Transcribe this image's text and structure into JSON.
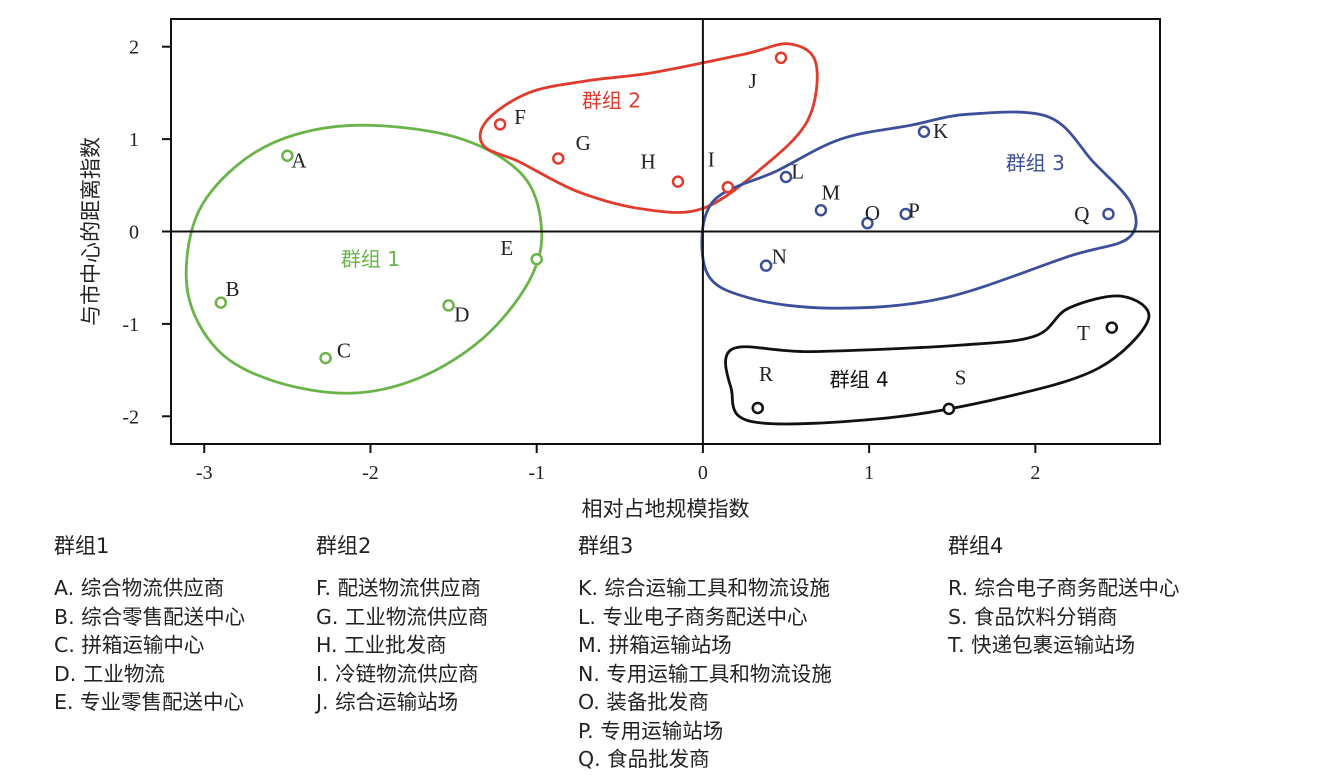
{
  "chart_data": {
    "type": "scatter",
    "xlabel": "相对占地规模指数",
    "ylabel": "与市中心的距离指数",
    "xlim": [
      -3.2,
      2.75
    ],
    "ylim": [
      -2.3,
      2.3
    ],
    "xticks": [
      -3,
      -2,
      -1,
      0,
      1,
      2
    ],
    "xtick_labels": [
      "-3",
      "-2",
      "-1",
      "0",
      "1",
      "2"
    ],
    "yticks": [
      -2,
      -1,
      0,
      1,
      2
    ],
    "ytick_labels": [
      "-2",
      "-1",
      "0",
      "1",
      "2"
    ],
    "groups": [
      {
        "label": "群组 1",
        "color": "#6ab44a",
        "label_pos": [
          -2.0,
          -0.3
        ]
      },
      {
        "label": "群组 2",
        "color": "#e03c2e",
        "label_pos": [
          -0.55,
          1.42
        ]
      },
      {
        "label": "群组 3",
        "color": "#3d4f9b",
        "label_pos": [
          2.0,
          0.74
        ]
      },
      {
        "label": "群组 4",
        "color": "#111111",
        "label_pos": [
          0.94,
          -1.6
        ]
      }
    ],
    "points": [
      {
        "id": "A",
        "x": -2.5,
        "y": 0.82,
        "group": 0
      },
      {
        "id": "B",
        "x": -2.9,
        "y": -0.77,
        "group": 0
      },
      {
        "id": "C",
        "x": -2.27,
        "y": -1.37,
        "group": 0
      },
      {
        "id": "D",
        "x": -1.53,
        "y": -0.8,
        "group": 0
      },
      {
        "id": "E",
        "x": -1.0,
        "y": -0.3,
        "group": 0
      },
      {
        "id": "F",
        "x": -1.22,
        "y": 1.16,
        "group": 1
      },
      {
        "id": "G",
        "x": -0.87,
        "y": 0.79,
        "group": 1
      },
      {
        "id": "H",
        "x": -0.15,
        "y": 0.54,
        "group": 1
      },
      {
        "id": "I",
        "x": 0.15,
        "y": 0.48,
        "group": 1
      },
      {
        "id": "J",
        "x": 0.47,
        "y": 1.88,
        "group": 1
      },
      {
        "id": "K",
        "x": 1.33,
        "y": 1.08,
        "group": 2
      },
      {
        "id": "L",
        "x": 0.5,
        "y": 0.59,
        "group": 2
      },
      {
        "id": "M",
        "x": 0.71,
        "y": 0.23,
        "group": 2
      },
      {
        "id": "N",
        "x": 0.38,
        "y": -0.37,
        "group": 2
      },
      {
        "id": "O",
        "x": 0.99,
        "y": 0.09,
        "group": 2
      },
      {
        "id": "P",
        "x": 1.22,
        "y": 0.19,
        "group": 2
      },
      {
        "id": "Q",
        "x": 2.44,
        "y": 0.19,
        "group": 2
      },
      {
        "id": "R",
        "x": 0.33,
        "y": -1.91,
        "group": 3
      },
      {
        "id": "S",
        "x": 1.48,
        "y": -1.92,
        "group": 3
      },
      {
        "id": "T",
        "x": 2.46,
        "y": -1.04,
        "group": 3
      }
    ],
    "outlines": [
      [
        [
          -2.0,
          1.15
        ],
        [
          -1.45,
          1.0
        ],
        [
          -1.08,
          0.6
        ],
        [
          -0.97,
          0.0
        ],
        [
          -1.05,
          -0.55
        ],
        [
          -1.32,
          -1.15
        ],
        [
          -1.7,
          -1.58
        ],
        [
          -2.12,
          -1.75
        ],
        [
          -2.58,
          -1.62
        ],
        [
          -2.92,
          -1.28
        ],
        [
          -3.1,
          -0.65
        ],
        [
          -3.05,
          0.15
        ],
        [
          -2.8,
          0.72
        ],
        [
          -2.45,
          1.05
        ]
      ],
      [
        [
          -1.3,
          1.2
        ],
        [
          -1.05,
          1.5
        ],
        [
          -0.7,
          1.63
        ],
        [
          -0.3,
          1.72
        ],
        [
          0.25,
          1.92
        ],
        [
          0.52,
          2.03
        ],
        [
          0.68,
          1.82
        ],
        [
          0.63,
          1.2
        ],
        [
          0.35,
          0.68
        ],
        [
          0.0,
          0.25
        ],
        [
          -0.35,
          0.24
        ],
        [
          -0.75,
          0.43
        ],
        [
          -1.1,
          0.75
        ],
        [
          -1.32,
          0.93
        ]
      ],
      [
        [
          0.05,
          0.3
        ],
        [
          0.45,
          0.66
        ],
        [
          0.83,
          1.0
        ],
        [
          1.25,
          1.15
        ],
        [
          1.6,
          1.27
        ],
        [
          2.08,
          1.24
        ],
        [
          2.35,
          0.75
        ],
        [
          2.58,
          0.29
        ],
        [
          2.56,
          -0.07
        ],
        [
          2.2,
          -0.27
        ],
        [
          1.45,
          -0.72
        ],
        [
          0.8,
          -0.83
        ],
        [
          0.28,
          -0.72
        ],
        [
          0.02,
          -0.43
        ]
      ],
      [
        [
          0.18,
          -1.27
        ],
        [
          0.65,
          -1.3
        ],
        [
          1.55,
          -1.23
        ],
        [
          2.0,
          -1.13
        ],
        [
          2.2,
          -0.83
        ],
        [
          2.52,
          -0.7
        ],
        [
          2.68,
          -0.95
        ],
        [
          2.38,
          -1.48
        ],
        [
          1.8,
          -1.8
        ],
        [
          1.1,
          -2.02
        ],
        [
          0.3,
          -2.06
        ],
        [
          0.17,
          -1.7
        ]
      ]
    ],
    "annotations": [
      {
        "text": "A",
        "x": -2.43,
        "y": 0.77
      },
      {
        "text": "B",
        "x": -2.83,
        "y": -0.62
      },
      {
        "text": "C",
        "x": -2.16,
        "y": -1.29
      },
      {
        "text": "D",
        "x": -1.45,
        "y": -0.9
      },
      {
        "text": "E",
        "x": -1.18,
        "y": -0.18
      },
      {
        "text": "F",
        "x": -1.1,
        "y": 1.24
      },
      {
        "text": "G",
        "x": -0.72,
        "y": 0.96
      },
      {
        "text": "H",
        "x": -0.33,
        "y": 0.76
      },
      {
        "text": "I",
        "x": 0.05,
        "y": 0.78
      },
      {
        "text": "J",
        "x": 0.3,
        "y": 1.63
      },
      {
        "text": "K",
        "x": 1.43,
        "y": 1.09
      },
      {
        "text": "L",
        "x": 0.57,
        "y": 0.65
      },
      {
        "text": "M",
        "x": 0.77,
        "y": 0.42
      },
      {
        "text": "N",
        "x": 0.46,
        "y": -0.27
      },
      {
        "text": "O",
        "x": 1.02,
        "y": 0.2
      },
      {
        "text": "P",
        "x": 1.27,
        "y": 0.23
      },
      {
        "text": "Q",
        "x": 2.28,
        "y": 0.19
      },
      {
        "text": "R",
        "x": 0.38,
        "y": -1.54
      },
      {
        "text": "S",
        "x": 1.55,
        "y": -1.58
      },
      {
        "text": "T",
        "x": 2.29,
        "y": -1.1
      }
    ]
  },
  "legend": {
    "columns": [
      {
        "title": "群组1",
        "items": [
          "A. 综合物流供应商",
          "B. 综合零售配送中心",
          "C. 拼箱运输中心",
          "D. 工业物流",
          "E. 专业零售配送中心"
        ]
      },
      {
        "title": "群组2",
        "items": [
          "F. 配送物流供应商",
          "G. 工业物流供应商",
          "H. 工业批发商",
          "I. 冷链物流供应商",
          "J. 综合运输站场"
        ]
      },
      {
        "title": "群组3",
        "items": [
          "K. 综合运输工具和物流设施",
          "L. 专业电子商务配送中心",
          "M. 拼箱运输站场",
          "N. 专用运输工具和物流设施",
          "O. 装备批发商",
          "P. 专用运输站场",
          "Q. 食品批发商"
        ]
      },
      {
        "title": "群组4",
        "items": [
          "R. 综合电子商务配送中心",
          "S. 食品饮料分销商",
          "T. 快递包裹运输站场"
        ]
      }
    ]
  }
}
